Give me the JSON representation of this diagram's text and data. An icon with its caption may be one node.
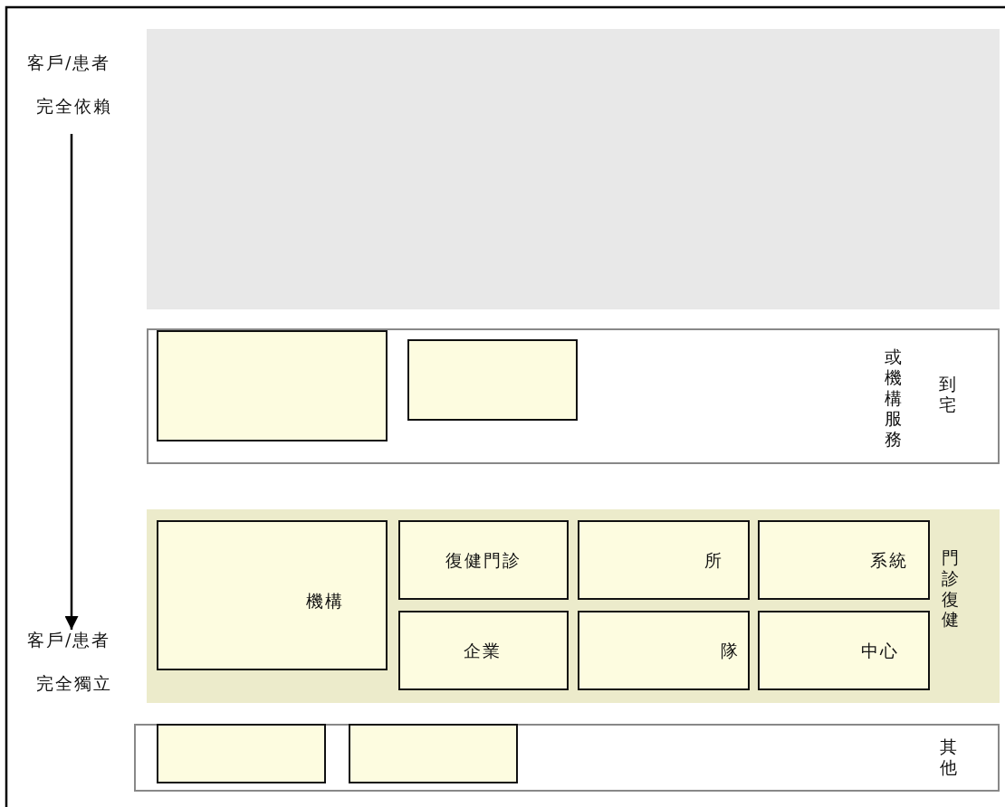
{
  "diagram": {
    "nodes": [
      {
        "text": [
          "客戶/患者",
          "完全依賴"
        ]
      },
      {
        "text": [
          "客戶/患者",
          "完全獨立"
        ]
      },
      {
        "text": [],
        "shape": "box"
      },
      {
        "text": [
          "或機構服務",
          "到宅"
        ]
      },
      {
        "text": [],
        "shape": "box",
        "in": 3
      },
      {
        "text": [],
        "shape": "box",
        "in": 3
      },
      {
        "text": [
          "門診復健"
        ]
      },
      {
        "text": [
          "機構"
        ],
        "in": 6
      },
      {
        "text": [
          "復健門診"
        ],
        "in": 6
      },
      {
        "text": [
          "所"
        ],
        "in": 6
      },
      {
        "text": [
          "系統"
        ],
        "in": 6
      },
      {
        "text": [
          "企業"
        ],
        "in": 6
      },
      {
        "text": [
          "隊"
        ],
        "in": 6
      },
      {
        "text": [
          "中心"
        ],
        "in": 6
      },
      {
        "text": [
          "其他"
        ]
      },
      {
        "text": [],
        "shape": "box",
        "in": 14
      },
      {
        "text": [],
        "shape": "box",
        "in": 14
      }
    ],
    "edges": [
      {
        "from": 0,
        "to": 1,
        "arrow": "to"
      }
    ]
  }
}
